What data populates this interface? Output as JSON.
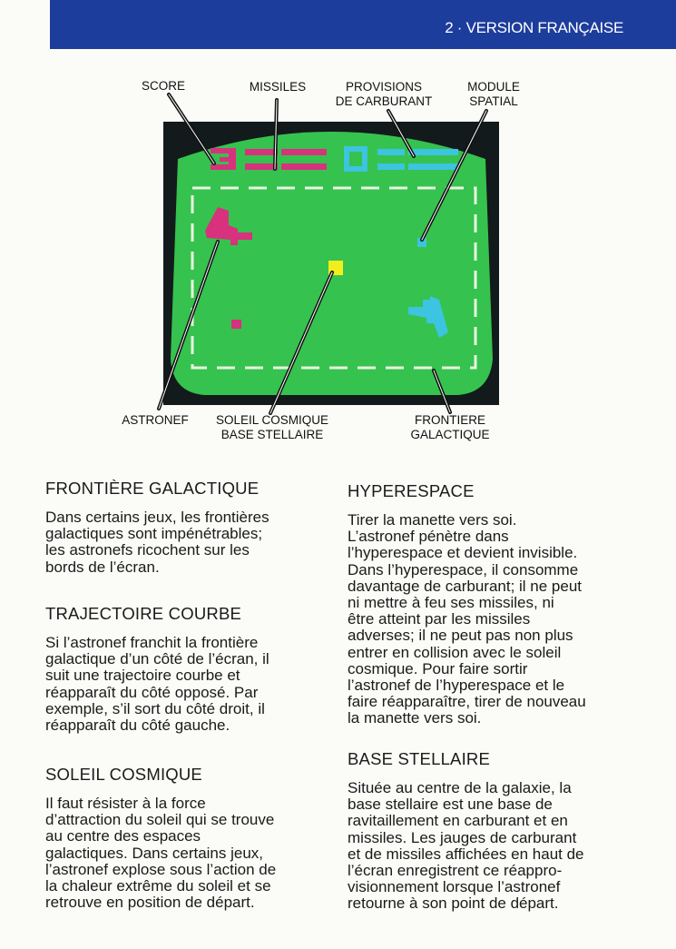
{
  "header": {
    "title": "2 · VERSION FRANÇAISE",
    "color": "#1d3d9c"
  },
  "diagram": {
    "labels": {
      "score": "SCORE",
      "missiles": "MISSILES",
      "fuel": "PROVISIONS\nDE CARBURANT",
      "module": "MODULE\nSPATIAL",
      "ship": "ASTRONEF",
      "sun": "SOLEIL COSMIQUE\nBASE STELLAIRE",
      "border": "FRONTIERE\nGALACTIQUE"
    },
    "colors": {
      "screen": "#36c24e",
      "player1": "#d8317e",
      "player2": "#3cc4e0",
      "sun": "#f2ee1e"
    }
  },
  "sections": [
    {
      "title": "FRONTIÈRE GALACTIQUE",
      "body": "Dans certains jeux, les frontières\ngalactiques sont impénétrables;\nles astronefs ricochent sur les\nbords de l’écran."
    },
    {
      "title": "TRAJECTOIRE COURBE",
      "body": "Si l’astronef franchit la frontière\ngalactique d’un côté de l’écran, il\nsuit une trajectoire courbe et\nréapparaît du côté opposé. Par\nexemple, s’il sort du côté droit, il\nréapparaît du côté gauche."
    },
    {
      "title": "SOLEIL COSMIQUE",
      "body": "Il faut résister à la force\nd’attraction du soleil qui se trouve\nau centre des espaces\ngalactiques. Dans certains jeux,\nl’astronef explose sous l’action de\nla chaleur extrême du soleil et se\nretrouve en position de départ."
    },
    {
      "title": "HYPERESPACE",
      "body": "Tirer la manette vers soi.\nL’astronef pénètre dans\nl’hyperespace et devient invisible.\nDans l’hyperespace, il consomme\ndavantage de carburant; il ne peut\nni mettre à feu ses missiles, ni\nêtre atteint par les missiles\nadverses; il ne peut pas non plus\nentrer en collision avec le soleil\ncosmique. Pour faire sortir\nl’astronef de l’hyperespace et le\nfaire réapparaître, tirer de nouveau\nla manette vers soi."
    },
    {
      "title": "BASE STELLAIRE",
      "body": "Située au centre de la galaxie, la\nbase stellaire est une base de\nravitaillement en carburant et en\nmissiles. Les jauges de carburant\net de missiles affichées en haut de\nl’écran enregistrent ce réappro-\nvisionnement lorsque l’astronef\nretourne à son point de départ."
    }
  ]
}
